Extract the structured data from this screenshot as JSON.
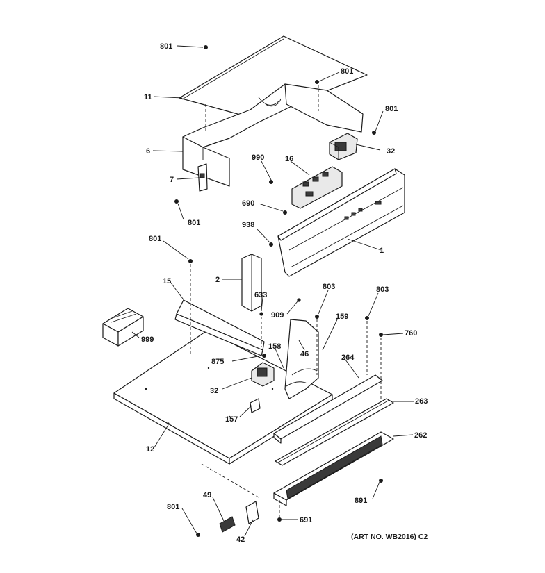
{
  "diagram": {
    "caption": "(ART NO. WB2016) C2",
    "callouts": {
      "c801_top": "801",
      "c11": "11",
      "c801_upper_right": "801",
      "c801_right": "801",
      "c32_top": "32",
      "c6": "6",
      "c990": "990",
      "c16": "16",
      "c7": "7",
      "c801_left_mid": "801",
      "c690": "690",
      "c938": "938",
      "c1": "1",
      "c801_mid": "801",
      "c2": "2",
      "c15": "15",
      "c633": "633",
      "c803_a": "803",
      "c803_b": "803",
      "c909": "909",
      "c159": "159",
      "c760": "760",
      "c999": "999",
      "c158": "158",
      "c46": "46",
      "c264": "264",
      "c875": "875",
      "c32_bottom": "32",
      "c263": "263",
      "c157": "157",
      "c262": "262",
      "c12": "12",
      "c49": "49",
      "c801_bottom": "801",
      "c891": "891",
      "c42": "42",
      "c691": "691"
    }
  }
}
